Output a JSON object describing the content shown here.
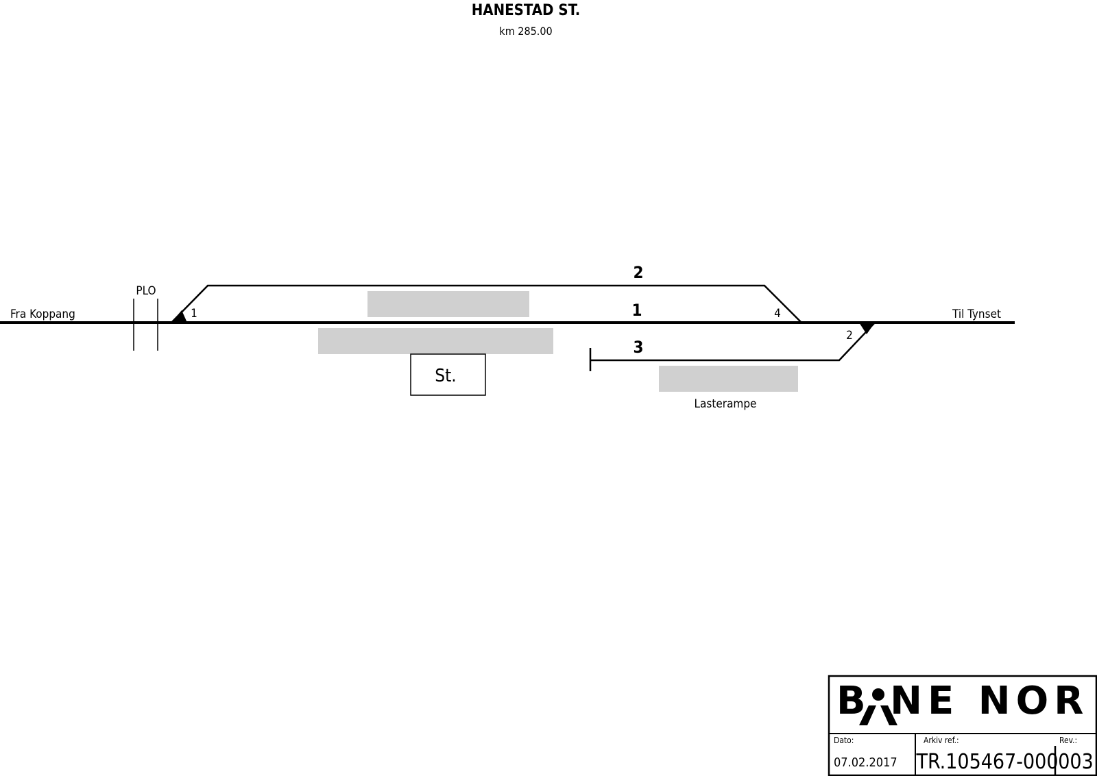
{
  "header": {
    "title": "HANESTAD ST.",
    "km": "km 285.00"
  },
  "labels": {
    "west_direction": "Fra Koppang",
    "east_direction": "Til Tynset",
    "plo": "PLO",
    "station_building": "St.",
    "loading_ramp": "Lasterampe"
  },
  "tracks": {
    "track_2": "2",
    "track_1": "1",
    "track_3": "3"
  },
  "switches": {
    "switch_1": "1",
    "switch_2": "2",
    "switch_4": "4"
  },
  "title_block": {
    "logo_text": "B NE NOR",
    "logo_a": "A",
    "date_label": "Dato:",
    "date_value": "07.02.2017",
    "archive_label": "Arkiv ref.:",
    "archive_value": "TR.105467-000",
    "rev_label": "Rev.:",
    "rev_value": "003"
  },
  "colors": {
    "line": "#000000",
    "platform": "#d0d0d0",
    "background": "#ffffff"
  }
}
